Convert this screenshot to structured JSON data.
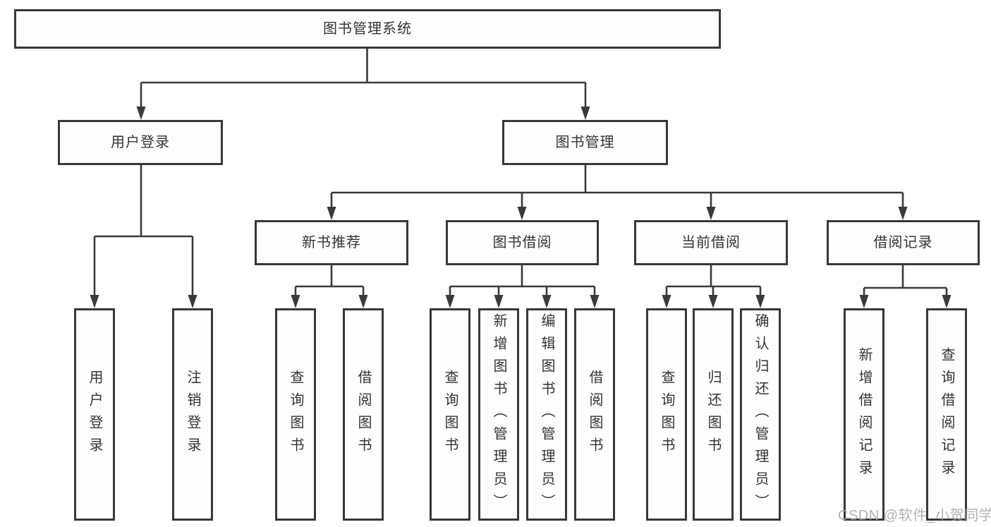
{
  "tree": {
    "label": "图书管理系统",
    "children": [
      {
        "label": "用户登录",
        "children": [
          {
            "label": "用户登录"
          },
          {
            "label": "注销登录"
          }
        ]
      },
      {
        "label": "图书管理",
        "children": [
          {
            "label": "新书推荐",
            "children": [
              {
                "label": "查询图书"
              },
              {
                "label": "借阅图书"
              }
            ]
          },
          {
            "label": "图书借阅",
            "children": [
              {
                "label": "查询图书"
              },
              {
                "label": "新增图书（管理员）"
              },
              {
                "label": "编辑图书（管理员）"
              },
              {
                "label": "借阅图书"
              }
            ]
          },
          {
            "label": "当前借阅",
            "children": [
              {
                "label": "查询图书"
              },
              {
                "label": "归还图书"
              },
              {
                "label": "确认归还（管理员）"
              }
            ]
          },
          {
            "label": "借阅记录",
            "children": [
              {
                "label": "新增借阅记录"
              },
              {
                "label": "查询借阅记录"
              }
            ]
          }
        ]
      }
    ]
  },
  "watermark": {
    "text": "CSDN @软件_小贺同学"
  },
  "colors": {
    "line": "#3a3a3a",
    "box_border": "#383838",
    "text": "#333333",
    "watermark": "#a4a4a4",
    "background": "#ffffff"
  }
}
